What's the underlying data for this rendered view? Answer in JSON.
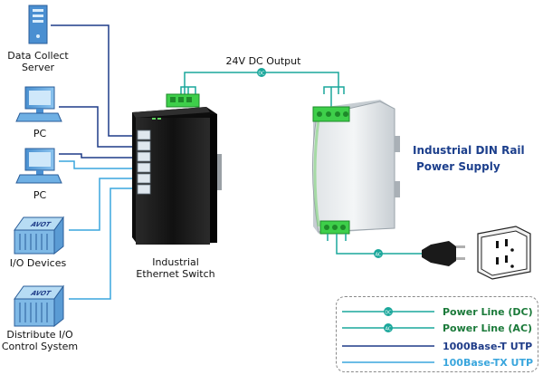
{
  "devices": {
    "server": "Data Collect\nServer",
    "pc1": "PC",
    "pc2": "PC",
    "io_devices": "I/O Devices",
    "distribute_io": "Distribute I/O\nControl System",
    "io_tag1": "AVOT",
    "io_tag2": "AVOT"
  },
  "switch": {
    "label": "Industrial\nEthernet Switch"
  },
  "power_supply": {
    "title_line1": "Industrial DIN Rail",
    "title_line2": "Power Supply"
  },
  "connections": {
    "dc_output": "24V DC Output",
    "dc_badge": "DC",
    "ac_badge": "AC"
  },
  "legend": {
    "dc": "Power Line (DC)",
    "ac": "Power Line (AC)",
    "gigabit": "1000Base-T UTP",
    "fast": "100Base-TX UTP",
    "dc_badge": "DC",
    "ac_badge": "AC"
  },
  "colors": {
    "power_line": "#1aa79b",
    "gigabit_line": "#1f3c88",
    "fast_line": "#3aa6dd",
    "title": "#1c3f8c"
  }
}
